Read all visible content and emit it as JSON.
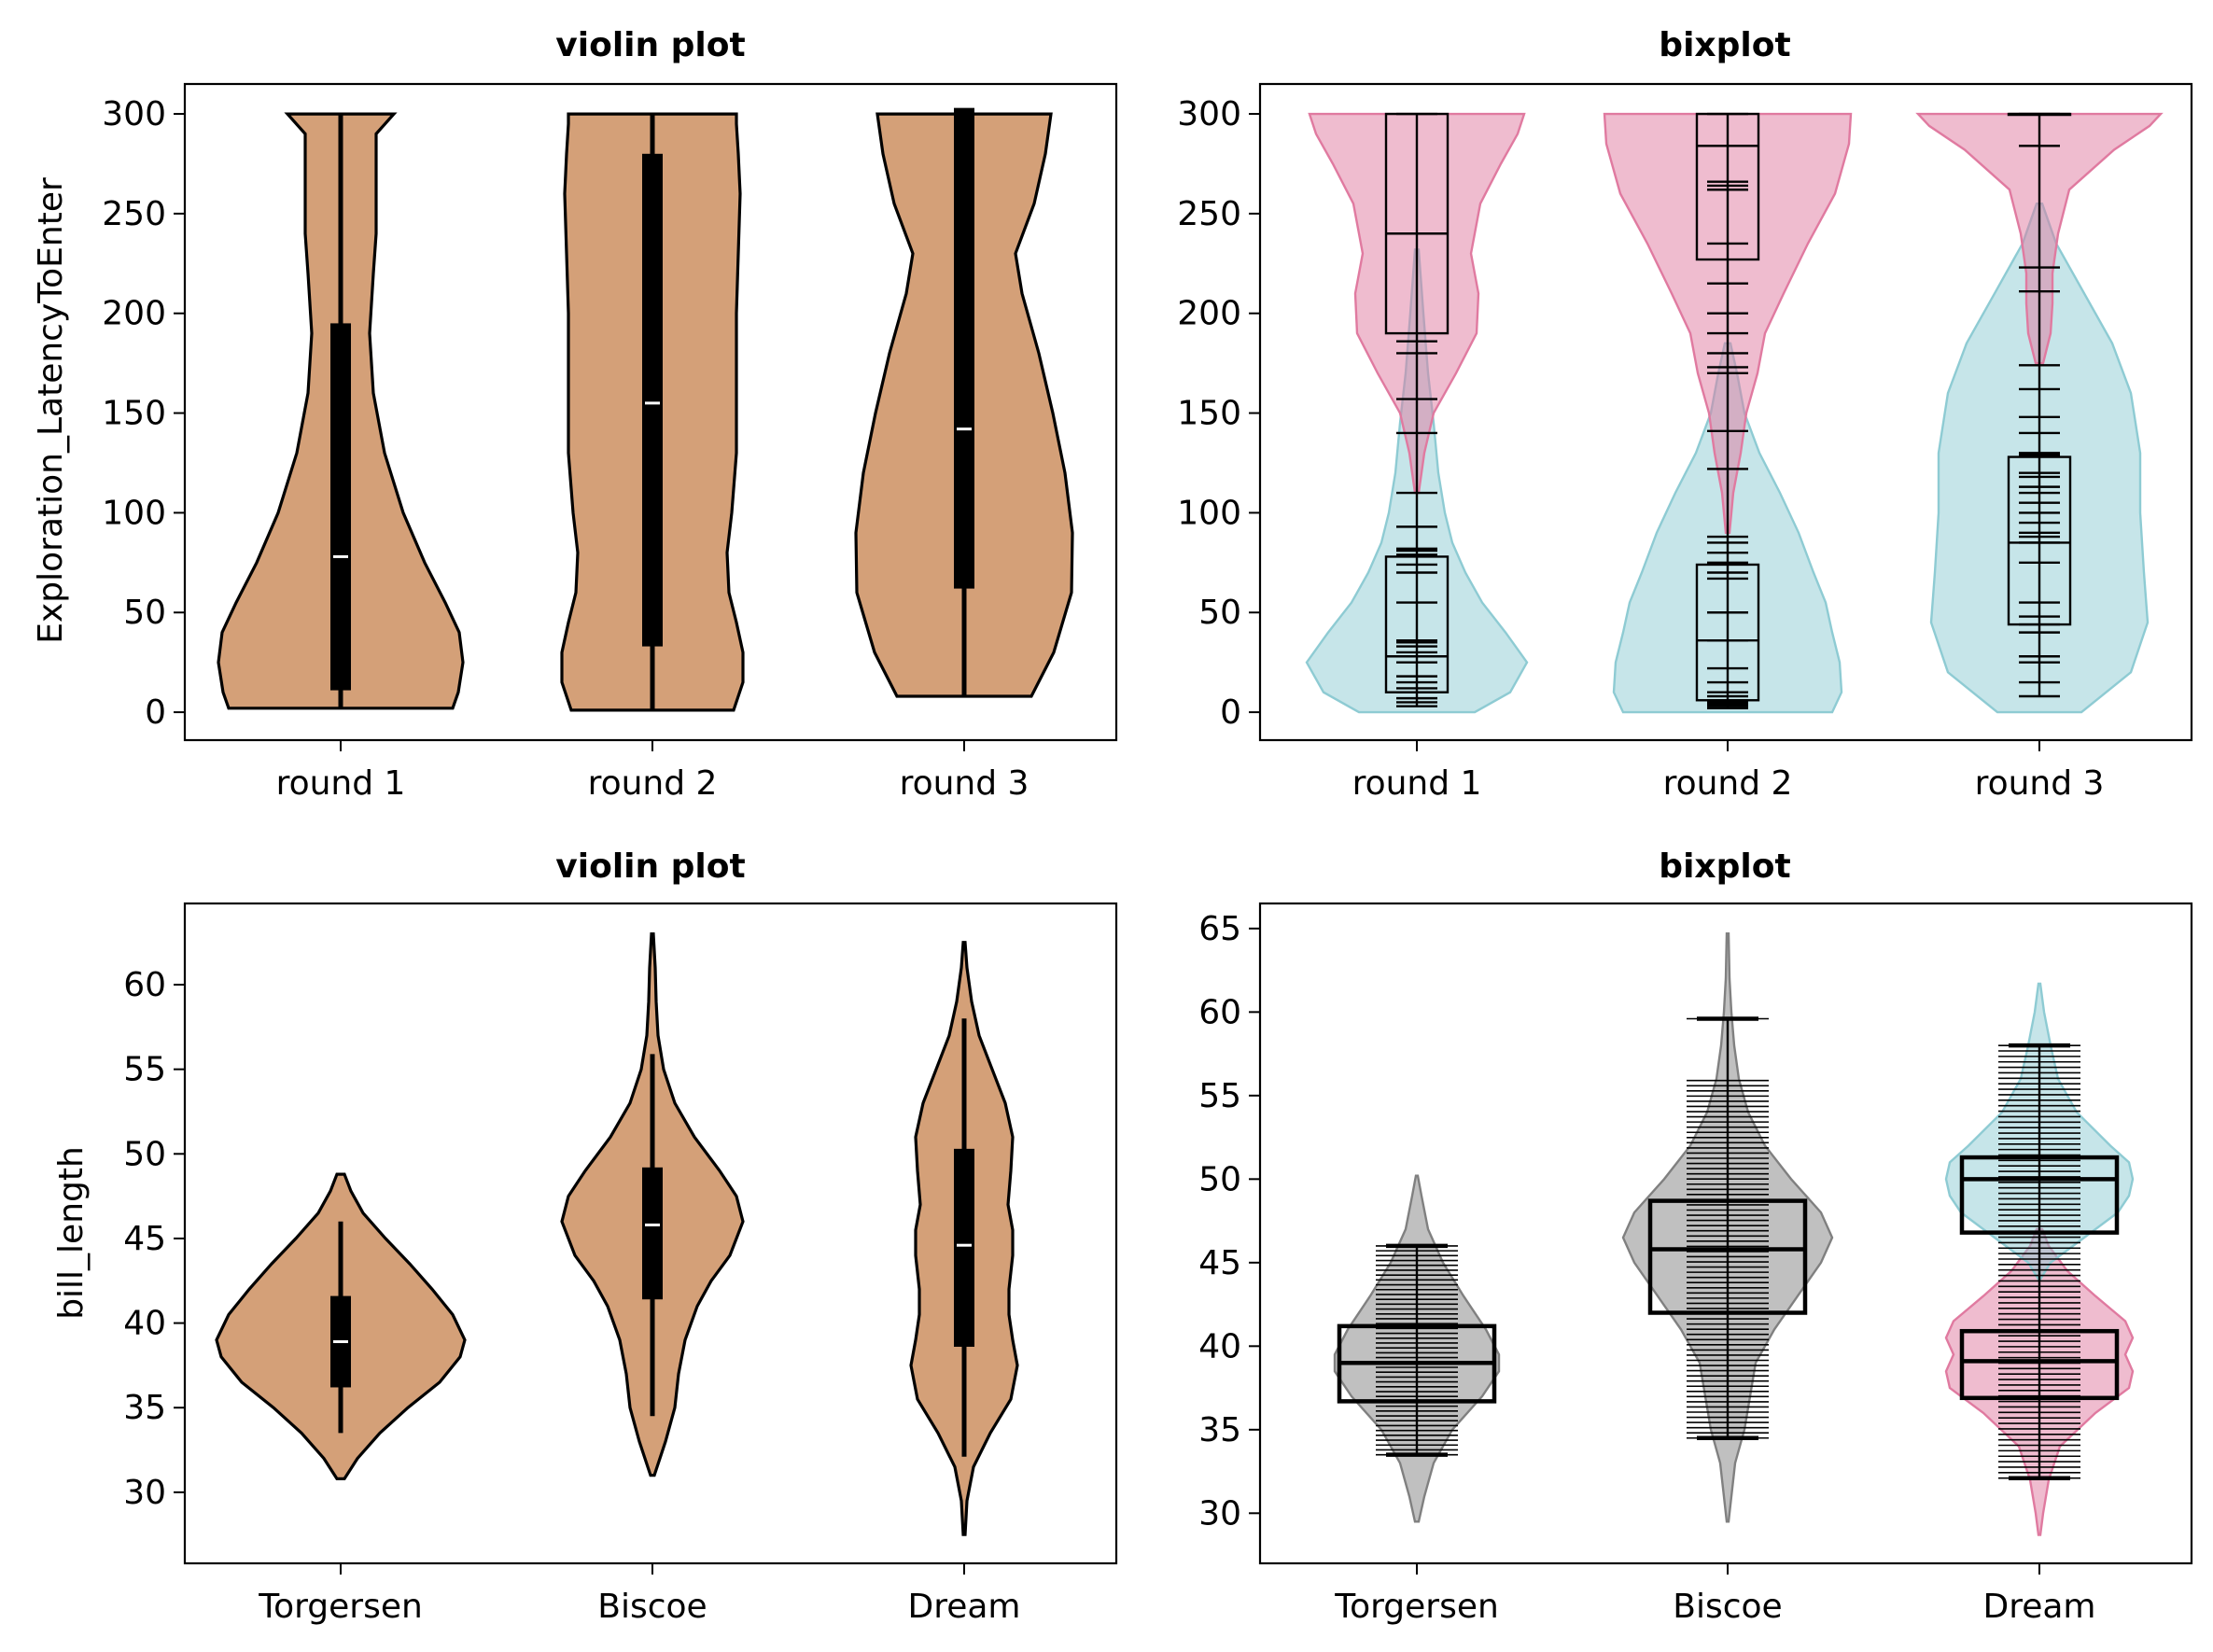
{
  "panels": [
    {
      "id": "tl",
      "title": "violin plot",
      "ylabel": "Exploration_LatencyToEnter",
      "categories": [
        "round 1",
        "round 2",
        "round 3"
      ],
      "yticks": [
        0,
        50,
        100,
        150,
        200,
        250,
        300
      ]
    },
    {
      "id": "tr",
      "title": "bixplot",
      "ylabel": "",
      "categories": [
        "round 1",
        "round 2",
        "round 3"
      ],
      "yticks": [
        0,
        50,
        100,
        150,
        200,
        250,
        300
      ]
    },
    {
      "id": "bl",
      "title": "violin plot",
      "ylabel": "bill_length",
      "categories": [
        "Torgersen",
        "Biscoe",
        "Dream"
      ],
      "yticks": [
        30,
        35,
        40,
        45,
        50,
        55,
        60
      ]
    },
    {
      "id": "br",
      "title": "bixplot",
      "ylabel": "",
      "categories": [
        "Torgersen",
        "Biscoe",
        "Dream"
      ],
      "yticks": [
        30,
        35,
        40,
        45,
        50,
        55,
        60,
        65
      ]
    }
  ],
  "chart_data": [
    {
      "type": "violin",
      "title": "violin plot",
      "xlabel": "",
      "ylabel": "Exploration_LatencyToEnter",
      "categories": [
        "round 1",
        "round 2",
        "round 3"
      ],
      "ylim": [
        -14,
        315
      ],
      "fill_color": "#d4a078",
      "groups": [
        {
          "category": "round 1",
          "min": 2,
          "q1": 11,
          "median": 78,
          "q3": 195,
          "max": 300
        },
        {
          "category": "round 2",
          "min": 1,
          "q1": 33,
          "median": 155,
          "q3": 280,
          "max": 300
        },
        {
          "category": "round 3",
          "min": 8,
          "q1": 62,
          "median": 142,
          "q3": 303,
          "max": 300
        }
      ]
    },
    {
      "type": "violin",
      "title": "bixplot",
      "xlabel": "",
      "ylabel": "",
      "categories": [
        "round 1",
        "round 2",
        "round 3"
      ],
      "ylim": [
        -14,
        315
      ],
      "colors": {
        "upper": "#e07aa0",
        "lower": "#8ecbd3"
      },
      "groups": [
        {
          "category": "round 1",
          "upper_box": {
            "q1": 190,
            "median": 240,
            "q3": 300
          },
          "lower_box": {
            "q1": 10,
            "median": 28,
            "q3": 78
          }
        },
        {
          "category": "round 2",
          "upper_box": {
            "q1": 227,
            "median": 284,
            "q3": 300
          },
          "lower_box": {
            "q1": 6,
            "median": 36,
            "q3": 74
          }
        },
        {
          "category": "round 3",
          "upper_box": {
            "q1": 300,
            "median": 300,
            "q3": 300
          },
          "lower_box": {
            "q1": 44,
            "median": 85,
            "q3": 128
          }
        }
      ]
    },
    {
      "type": "violin",
      "title": "violin plot",
      "xlabel": "",
      "ylabel": "bill_length",
      "categories": [
        "Torgersen",
        "Biscoe",
        "Dream"
      ],
      "ylim": [
        25.8,
        64.8
      ],
      "fill_color": "#d4a078",
      "groups": [
        {
          "category": "Torgersen",
          "min": 33.5,
          "q1": 36.2,
          "median": 38.9,
          "q3": 41.6,
          "max": 46.0
        },
        {
          "category": "Biscoe",
          "min": 34.5,
          "q1": 41.4,
          "median": 45.8,
          "q3": 49.2,
          "max": 55.9
        },
        {
          "category": "Dream",
          "min": 32.1,
          "q1": 38.6,
          "median": 44.6,
          "q3": 50.3,
          "max": 58.0
        }
      ]
    },
    {
      "type": "violin",
      "title": "bixplot",
      "xlabel": "",
      "ylabel": "",
      "categories": [
        "Torgersen",
        "Biscoe",
        "Dream"
      ],
      "ylim": [
        27.0,
        66.5
      ],
      "colors": {
        "gray": "#9e9e9e",
        "upper": "#8ecbd3",
        "lower": "#e07aa0"
      },
      "groups": [
        {
          "category": "Torgersen",
          "box": {
            "whisker_low": 33.5,
            "q1": 36.7,
            "median": 39.0,
            "q3": 41.2,
            "whisker_high": 46.0
          }
        },
        {
          "category": "Biscoe",
          "box": {
            "whisker_low": 34.5,
            "q1": 42.0,
            "median": 45.8,
            "q3": 48.7,
            "whisker_high": 59.6
          }
        },
        {
          "category": "Dream",
          "upper_box": {
            "q1": 46.8,
            "median": 50.0,
            "q3": 51.3,
            "whisker_high": 58.0
          },
          "lower_box": {
            "q1": 36.9,
            "median": 39.1,
            "q3": 40.9,
            "whisker_low": 32.1
          }
        }
      ]
    }
  ]
}
